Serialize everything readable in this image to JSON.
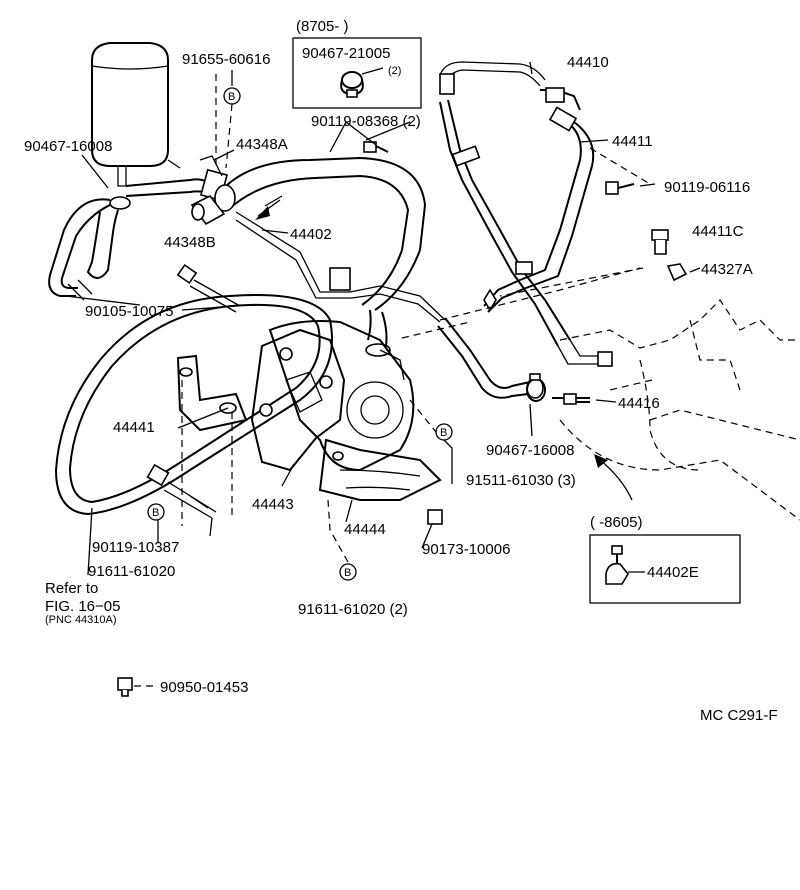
{
  "boxes": {
    "top_header": "(8705-          )",
    "bottom_header": "(          -8605)"
  },
  "labels": {
    "p90467_21005": "90467-21005",
    "p90467_21005_qty": "(2)",
    "p91655_60616": "91655-60616",
    "p44410": "44410",
    "p44411": "44411",
    "p90119_08368": "90119-08368 (2)",
    "p90467_16008_a": "90467-16008",
    "p44348A": "44348A",
    "p90119_06116": "90119-06116",
    "p44411C": "44411C",
    "p44348B": "44348B",
    "p44402": "44402",
    "p44327A": "44327A",
    "p90105_10075": "90105-10075",
    "p44416": "44416",
    "p44441": "44441",
    "p90467_16008_b": "90467-16008",
    "p91511_61030": "91511-61030 (3)",
    "p44443": "44443",
    "p44444": "44444",
    "p90173_10006": "90173-10006",
    "p91611_61020_a": "91611-61020",
    "p90119_10387": "90119-10387",
    "p44402E": "44402E",
    "p91611_61020_b": "91611-61020 (2)",
    "p90950_01453": "90950-01453"
  },
  "markers": {
    "b": "B"
  },
  "refer": {
    "line1": "Refer to",
    "line2": "FIG. 16−05",
    "line3": "(PNC 44310A)"
  },
  "catalog_code": "MC C291-F"
}
